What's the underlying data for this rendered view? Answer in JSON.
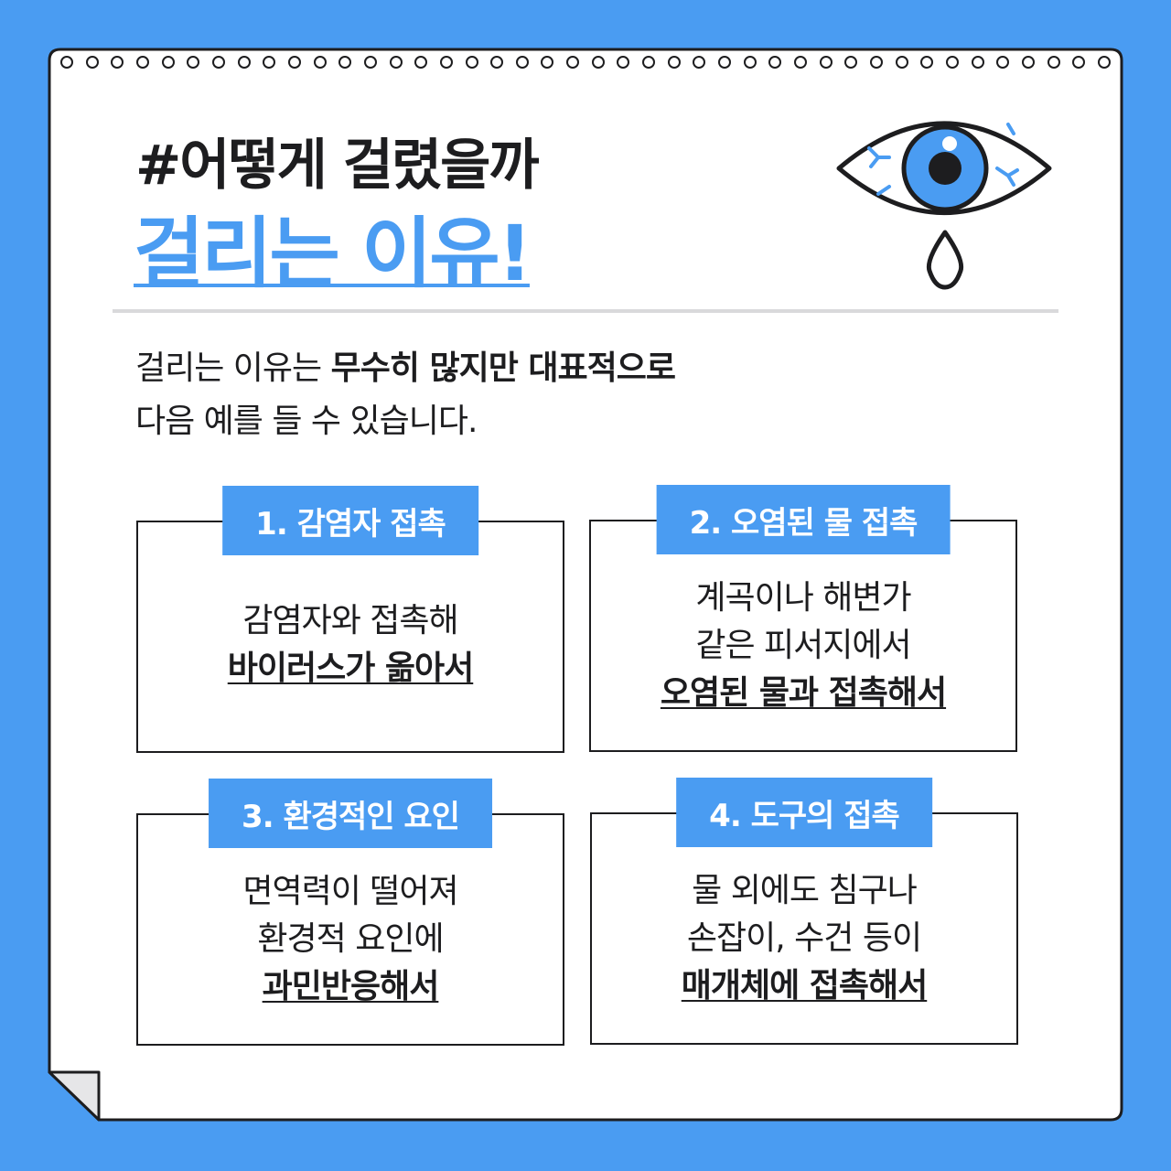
{
  "header": {
    "subtitle": "#어떻게 걸렸을까",
    "title": "걸리는 이유!"
  },
  "intro": {
    "line1_normal": "걸리는 이유는 ",
    "line1_bold": "무수히 많지만 대표적으로",
    "line2": "다음 예를 들 수 있습니다."
  },
  "cards": [
    {
      "label": "1. 감염자 접촉",
      "lines": [
        "감염자와 접촉해"
      ],
      "emphasis": "바이러스가 옮아서"
    },
    {
      "label": "2. 오염된 물 접촉",
      "lines": [
        "계곡이나 해변가",
        "같은 피서지에서"
      ],
      "emphasis": "오염된 물과 접촉해서"
    },
    {
      "label": "3. 환경적인 요인",
      "lines": [
        "면역력이 떨어져",
        "환경적 요인에"
      ],
      "emphasis": "과민반응해서"
    },
    {
      "label": "4. 도구의 접촉",
      "lines": [
        "물 외에도 침구나",
        "손잡이, 수건 등이"
      ],
      "emphasis": "매개체에 접촉해서"
    }
  ],
  "colors": {
    "accent": "#4a9cf2",
    "ink": "#1d1d1f",
    "paper": "#ffffff",
    "divider": "#d9d9db"
  },
  "icons": [
    "crying-eye-icon",
    "tear-drop-icon"
  ]
}
